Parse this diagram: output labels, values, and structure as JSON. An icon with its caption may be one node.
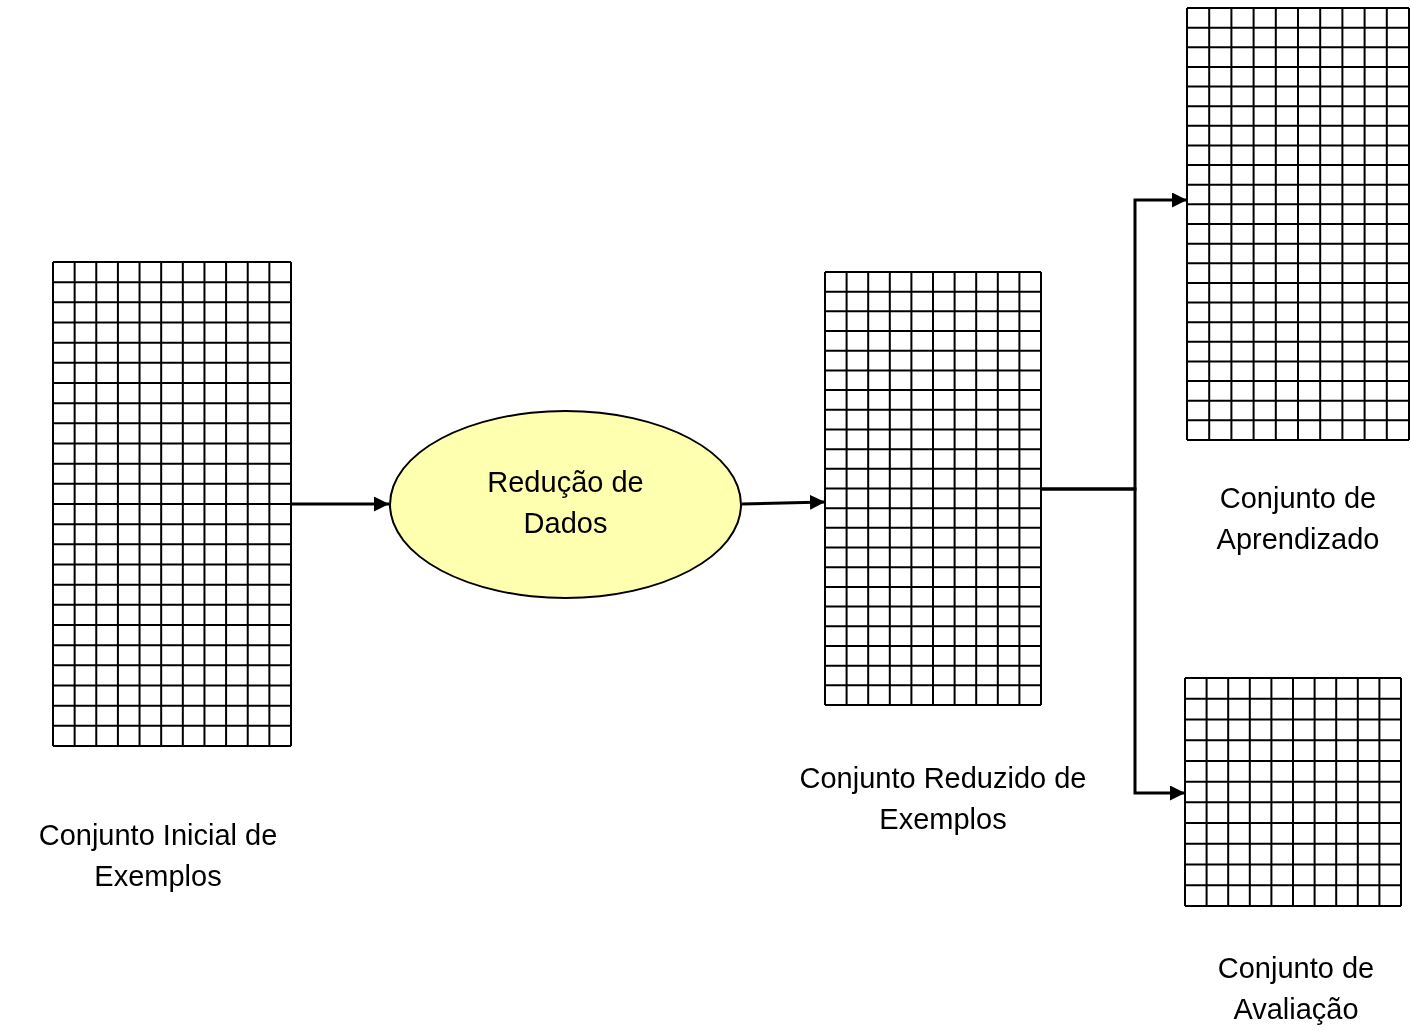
{
  "diagram": {
    "nodes": [
      {
        "text": [
          "Conjunto Inicial de Exemplos"
        ]
      },
      {
        "text": [
          "Redução de Dados"
        ]
      },
      {
        "text": [
          "Conjunto Reduzido de Exemplos"
        ]
      },
      {
        "text": [
          "Conjunto de Aprendizado"
        ]
      },
      {
        "text": [
          "Conjunto de Avaliação"
        ]
      }
    ],
    "edges": [
      {
        "from": 0,
        "to": 1,
        "arrow": "to"
      },
      {
        "from": 1,
        "to": 2,
        "arrow": "to"
      },
      {
        "from": 2,
        "to": 3,
        "arrow": "to"
      },
      {
        "from": 2,
        "to": 4,
        "arrow": "to"
      }
    ]
  }
}
